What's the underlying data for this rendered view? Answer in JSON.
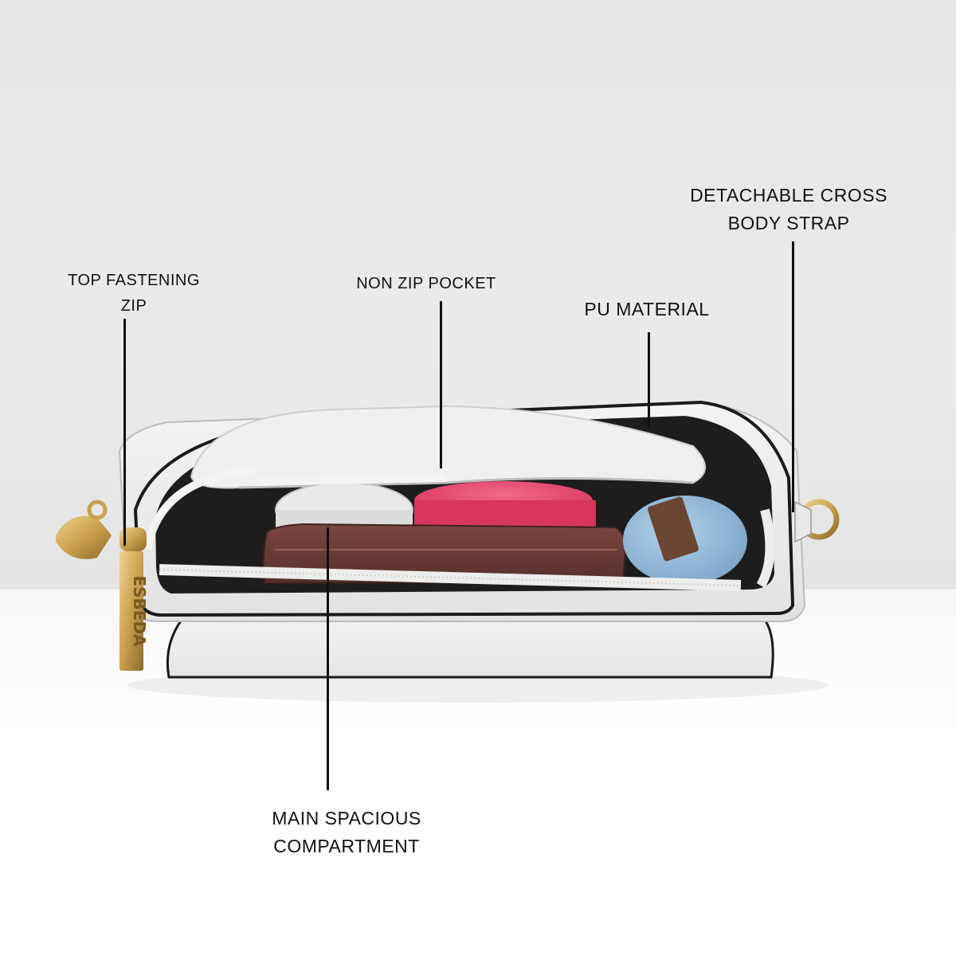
{
  "image": {
    "subject": "white-crossbody-handbag-open-top-view",
    "colors": {
      "background_wall": "#e8e8e8",
      "background_floor": "#ffffff",
      "bag_body": "#efefed",
      "bag_trim": "#1a1a1a",
      "lining": "#1c1c1c",
      "hardware_gold": "#c9a45a",
      "wallet_brown": "#6b3a33",
      "compact_pink": "#e0436a",
      "puff_blue": "#8fb5d6"
    },
    "zip_pull_text": "ESBEDA"
  },
  "callouts": {
    "top_fastening_zip": {
      "line1": "TOP FASTENING",
      "line2": "ZIP"
    },
    "non_zip_pocket": {
      "line1": "NON ZIP POCKET"
    },
    "pu_material": {
      "line1": "PU MATERIAL"
    },
    "detachable_strap": {
      "line1": "DETACHABLE CROSS",
      "line2": "BODY STRAP"
    },
    "main_compartment": {
      "line1": "MAIN SPACIOUS",
      "line2": "COMPARTMENT"
    }
  }
}
